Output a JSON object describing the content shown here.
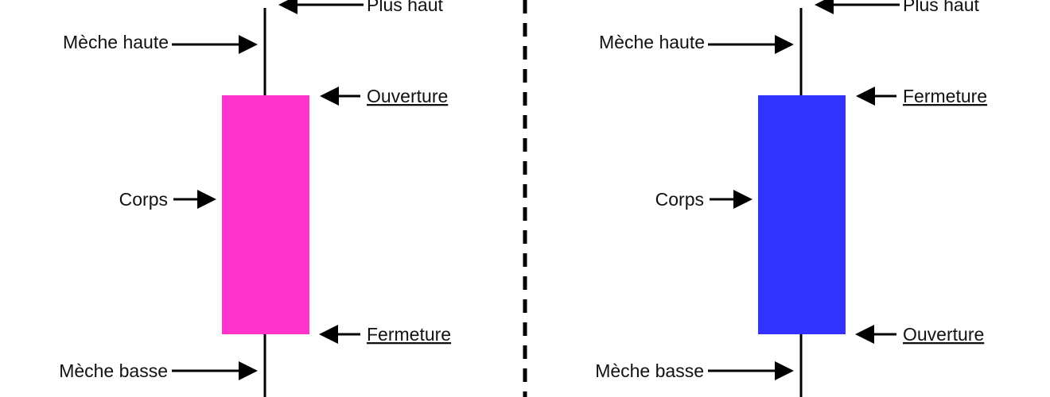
{
  "candles": [
    {
      "body_color": "#ff33cc",
      "labels": {
        "high": "Plus haut",
        "upper_wick": "Mèche haute",
        "top": "Ouverture",
        "body": "Corps",
        "bottom": "Fermeture",
        "lower_wick": "Mèche basse"
      }
    },
    {
      "body_color": "#3333ff",
      "labels": {
        "high": "Plus haut",
        "upper_wick": "Mèche haute",
        "top": "Fermeture",
        "body": "Corps",
        "bottom": "Ouverture",
        "lower_wick": "Mèche basse"
      }
    }
  ],
  "colors": {
    "line": "#000000",
    "text": "#111111",
    "background": "#ffffff"
  },
  "icons": [
    "arrow-right-icon",
    "arrow-left-icon"
  ]
}
